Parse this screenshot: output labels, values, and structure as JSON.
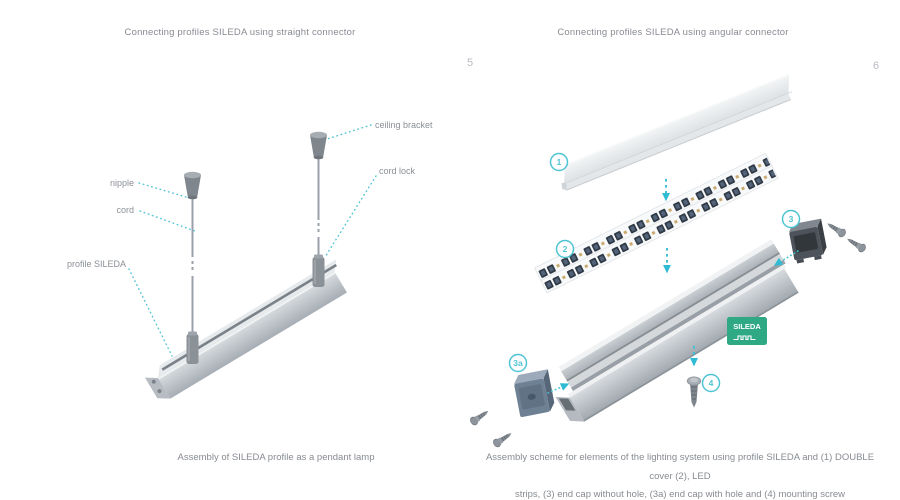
{
  "colors": {
    "accent": "#3fc0d3",
    "badge_green": "#2fa884",
    "text_gray": "#878b91",
    "page_number_gray": "#b8bbc0"
  },
  "left_panel": {
    "title": "Connecting profiles SILEDA using straight connector",
    "page_number": "5",
    "caption": "Assembly of SILEDA profile as a pendant lamp",
    "labels": {
      "ceiling_bracket": "ceiling bracket",
      "cord_lock": "cord lock",
      "nipple": "nipple",
      "cord": "cord",
      "profile_sileda": "profile SILEDA"
    }
  },
  "right_panel": {
    "title": "Connecting profiles SILEDA using angular connector",
    "page_number": "6",
    "caption_line1": "Assembly scheme for elements of the lighting system using profile SILEDA and (1) DOUBLE cover (2), LED",
    "caption_line2": "strips, (3) end cap without hole, (3a) end cap with hole and (4) mounting screw",
    "badge": "SILEDA",
    "callouts": {
      "cover": "1",
      "led_strip": "2",
      "end_cap": "3",
      "end_cap_with_hole": "3a",
      "mounting_screw": "4"
    }
  }
}
